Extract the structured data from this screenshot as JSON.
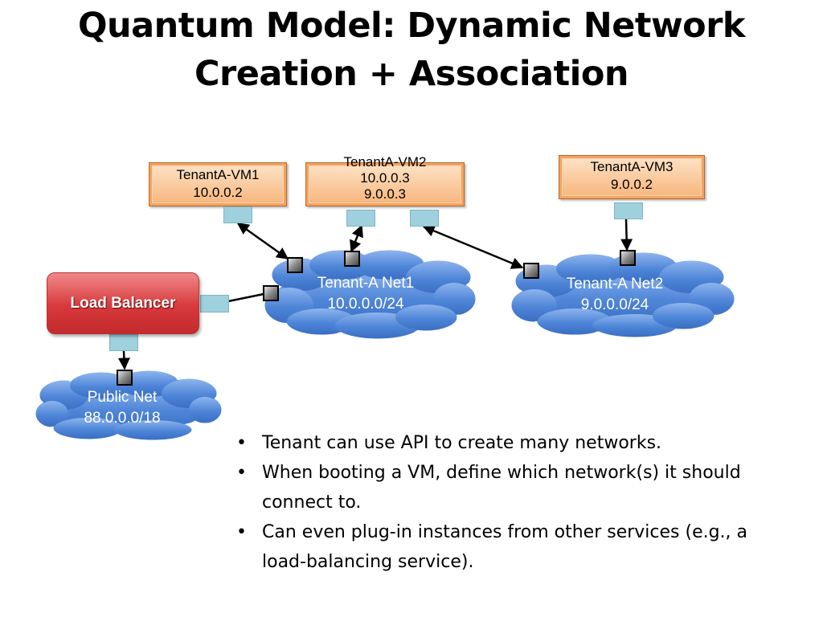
{
  "slide": {
    "title_line1": "Quantum Model: Dynamic Network",
    "title_line2": "Creation + Association"
  },
  "vms": [
    {
      "name": "TenantA-VM1",
      "ips": [
        "10.0.0.2"
      ]
    },
    {
      "name": "TenantA-VM2",
      "ips": [
        "10.0.0.3",
        "9.0.0.3"
      ]
    },
    {
      "name": "TenantA-VM3",
      "ips": [
        "9.0.0.2"
      ]
    }
  ],
  "networks": [
    {
      "name": "Tenant-A Net1",
      "cidr": "10.0.0.0/24"
    },
    {
      "name": "Tenant-A Net2",
      "cidr": "9.0.0.0/24"
    },
    {
      "name": "Public Net",
      "cidr": "88.0.0.0/18"
    }
  ],
  "load_balancer": {
    "label": "Load Balancer"
  },
  "bullets": [
    "Tenant can use API to create many networks.",
    "When booting a VM, define which network(s) it should connect to.",
    "Can even plug-in instances from other services (e.g., a load-balancing service)."
  ],
  "colors": {
    "cloud_fill": "#4f86d8",
    "vm_fill": "#f7b47a",
    "load_balancer_fill": "#d7393c",
    "port_fill": "#9fd0de"
  }
}
